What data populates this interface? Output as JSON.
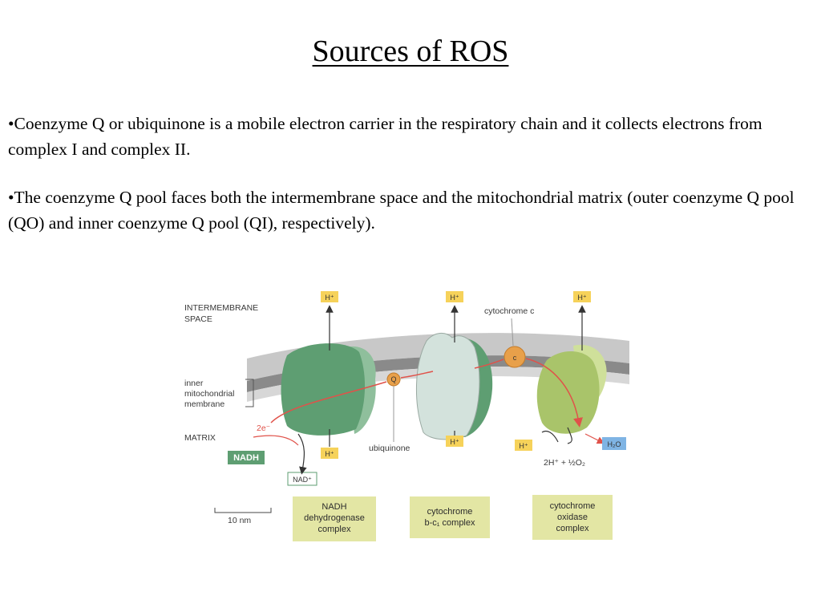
{
  "slide": {
    "title": "Sources of ROS",
    "bullets": [
      "•Coenzyme Q or ubiquinone is a mobile electron carrier in the respiratory chain and it collects electrons from complex I and complex II.",
      "•The coenzyme Q pool faces both the intermembrane space and the mitochondrial matrix (outer coenzyme Q pool (QO) and inner coenzyme Q pool (QI), respectively)."
    ]
  },
  "diagram": {
    "intermembrane_space": [
      "INTERMEMBRANE",
      "SPACE"
    ],
    "inner_membrane": [
      "inner",
      "mitochondrial",
      "membrane"
    ],
    "matrix": "MATRIX",
    "proton": "H⁺",
    "cytochrome_c_label": "cytochrome c",
    "cytochrome_c_symbol": "c",
    "q_symbol": "Q",
    "ubiquinone": "ubiquinone",
    "electrons": "2e⁻",
    "nadh": "NADH",
    "nad_plus": "NAD⁺",
    "water": "H₂O",
    "oxygen_reaction": "2H⁺ + ½O₂",
    "scale": "10 nm",
    "complexes": [
      [
        "NADH",
        "dehydrogenase",
        "complex"
      ],
      [
        "cytochrome",
        "b-c₁ complex"
      ],
      [
        "cytochrome",
        "oxidase",
        "complex"
      ]
    ],
    "colors": {
      "complex1": "#5e9e72",
      "complex2": "#d3e2dc",
      "complex3": "#a9c46a",
      "membrane": "#8a8a8a",
      "label_box": "#e3e6a4",
      "proton_box": "#f6d25a",
      "electron_path": "#e0524a",
      "mobile_carrier": "#e8a04a"
    }
  }
}
